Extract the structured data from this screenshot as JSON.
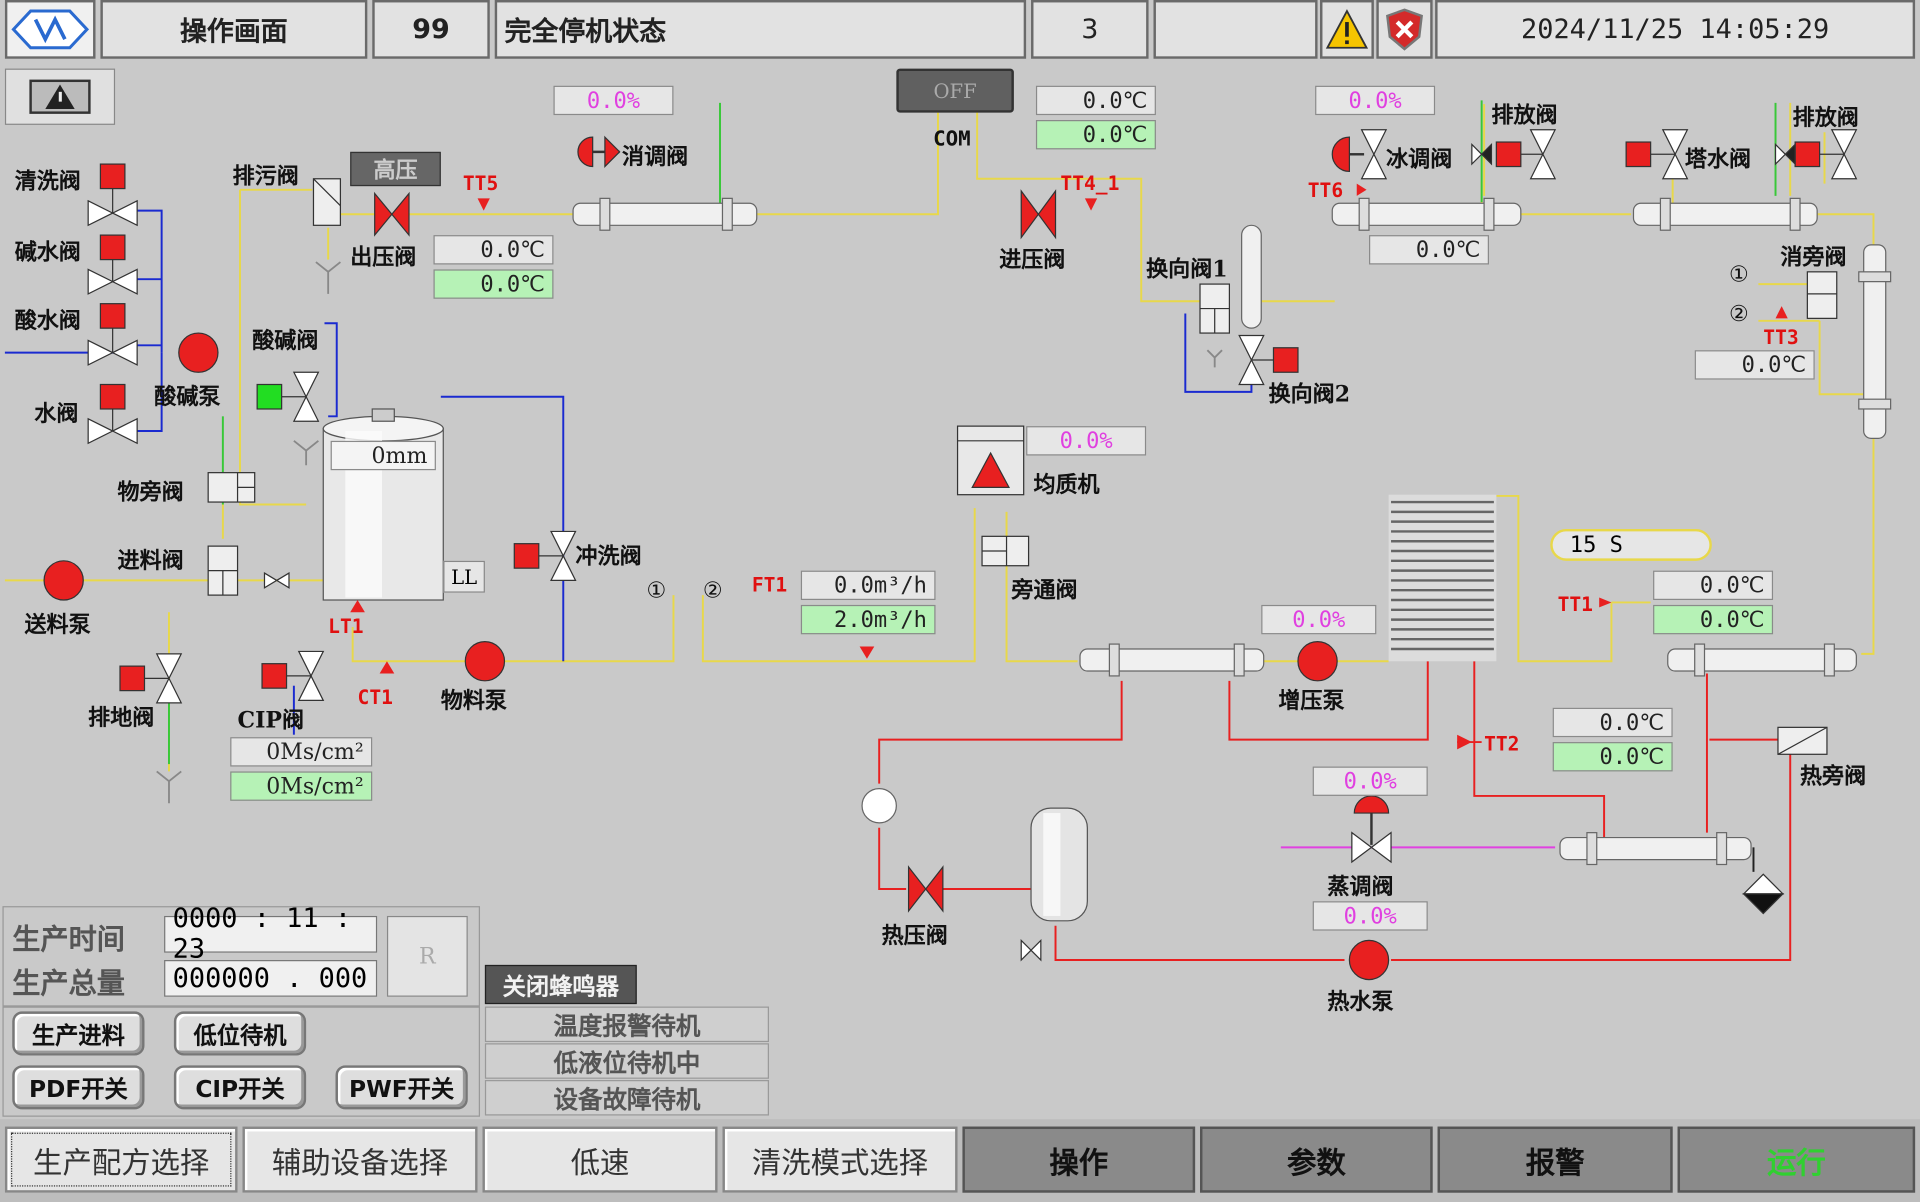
{
  "header": {
    "screen_title": "操作画面",
    "code": "99",
    "machine_state": "完全停机状态",
    "count": "3",
    "blank": "",
    "datetime": "2024/11/25 14:05:29"
  },
  "toggle": {
    "off_label": "OFF",
    "com_label": "COM",
    "high_pressure_label": "高压"
  },
  "valves": {
    "clean_valve": "清洗阀",
    "alkali_valve": "碱水阀",
    "acid_valve": "酸水阀",
    "water_valve": "水阀",
    "sewage_valve": "排污阀",
    "outlet_pressure_valve": "出压阀",
    "acid_alkali_valve": "酸碱阀",
    "acid_alkali_pump": "酸碱泵",
    "bypass_valve": "物旁阀",
    "feed_valve": "进料阀",
    "feed_pump": "送料泵",
    "drain_valve": "排地阀",
    "cip_valve": "CIP阀",
    "flush_valve": "冲洗阀",
    "material_pump": "物料泵",
    "adjust_valve": "消调阀",
    "inlet_pressure_valve": "进压阀",
    "reverse_valve_1": "换向阀1",
    "reverse_valve_2": "换向阀2",
    "ice_adjust_valve": "冰调阀",
    "discharge_valve_1": "排放阀",
    "tower_water_valve": "塔水阀",
    "discharge_valve_2": "排放阀",
    "sterilize_bypass_valve": "消旁阀",
    "homogenizer": "均质机",
    "bypass_through_valve": "旁通阀",
    "booster_pump": "增压泵",
    "hot_pressure_valve": "热压阀",
    "steam_adjust_valve": "蒸调阀",
    "hot_water_pump": "热水泵",
    "hot_bypass_valve": "热旁阀"
  },
  "tags": {
    "tt5": "TT5",
    "tt4": "TT4_1",
    "tt6": "TT6",
    "tt3": "TT3",
    "tt1": "TT1",
    "tt2": "TT2",
    "ft1": "FT1",
    "lt1": "LT1",
    "ct1": "CT1",
    "ll": "LL",
    "circle1": "①",
    "circle2": "②"
  },
  "values": {
    "adjust_pct": "0.0%",
    "tt5_temp": "0.0℃",
    "tt5_temp2": "0.0℃",
    "tt4_temp": "0.0℃",
    "tt4_temp2": "0.0℃",
    "ice_pct": "0.0%",
    "tt6_temp": "0.0℃",
    "tt3_temp": "0.0℃",
    "tank_level": "0mm",
    "homogenizer_pct": "0.0%",
    "flow_1": "0.0m³/h",
    "flow_2": "2.0m³/h",
    "booster_pct": "0.0%",
    "hold_time": "15 S",
    "tt1_temp": "0.0℃",
    "tt1_temp2": "0.0℃",
    "tt2_temp": "0.0℃",
    "tt2_temp2": "0.0℃",
    "steam_pct_top": "0.0%",
    "steam_pct_bottom": "0.0%",
    "cond_1": "0Ms/cm²",
    "cond_2": "0Ms/cm²"
  },
  "production": {
    "time_label": "生产时间",
    "time_value": "0000 : 11 : 23",
    "total_label": "生产总量",
    "total_value": "000000 . 000",
    "reset_label": "R"
  },
  "buttons": {
    "buzzer_off": "关闭蜂鸣器",
    "production_feed": "生产进料",
    "low_standby": "低位待机",
    "pdf_switch": "PDF开关",
    "cip_switch": "CIP开关",
    "pwf_switch": "PWF开关"
  },
  "status_list": [
    "温度报警待机",
    "低液位待机中",
    "设备故障待机"
  ],
  "nav": {
    "recipe": "生产配方选择",
    "aux": "辅助设备选择",
    "low_speed": "低速",
    "clean_mode": "清洗模式选择",
    "operate": "操作",
    "params": "参数",
    "alarm": "报警",
    "run": "运行"
  },
  "colors": {
    "pipe_yellow": "#e8d84a",
    "pipe_blue": "#1a2ad0",
    "pipe_red": "#e82020",
    "pipe_green": "#38c838",
    "pipe_magenta": "#e040e0",
    "run_green": "#30d030"
  }
}
